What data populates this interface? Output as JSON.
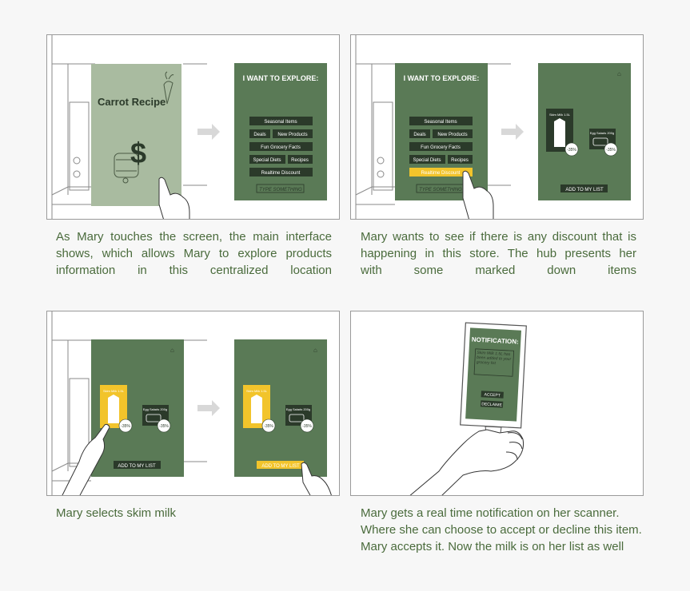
{
  "colors": {
    "green": "#5a7a56",
    "dark_btn": "#2b3a2a",
    "yellow": "#f2c42b",
    "caption": "#4a6b3c"
  },
  "panel1": {
    "poster_title": "Carrot Recipe",
    "screen_title": "I WANT TO EXPLORE:",
    "buttons": [
      "Seasonal Items",
      "Deals",
      "New Products",
      "Fun Grocery Facts",
      "Special Diets",
      "Recipes",
      "Realtime Discount"
    ],
    "input_placeholder": "TYPE SOMETHING",
    "caption_lines": [
      "As Mary touches the screen, the main interface",
      "shows, which allows Mary to explore products",
      "information in this centralized location"
    ]
  },
  "panel2": {
    "screen_title": "I WANT TO EXPLORE:",
    "buttons": [
      "Seasonal Items",
      "Deals",
      "New Products",
      "Fun Grocery Facts",
      "Special Diets",
      "Recipes",
      "Realtime Discount"
    ],
    "input_placeholder": "TYPE SOMETHING",
    "item1_name": "Skim Milk 1.5L",
    "item2_name": "Egg Salads 200g",
    "discount": "-35%",
    "add_button": "ADD TO MY LIST",
    "caption_lines": [
      "Mary wants to see if there is any discount that is",
      "happening in this store. The hub presents her",
      "with some marked down items"
    ]
  },
  "panel3": {
    "item1_name": "Skim Milk 1.5L",
    "item2_name": "Egg Salads 200g",
    "discount": "-35%",
    "add_button": "ADD TO MY LIST",
    "caption": "Mary selects skim milk"
  },
  "panel4": {
    "notif_title": "NOTIFICATION:",
    "notif_message": "Skim Milk 1.5L has been added to your grocery list",
    "accept": "ACCEPT",
    "decline": "DECLAIME",
    "caption": "Mary gets a real time notification on her scanner. Where she can choose to accept or decline this item. Mary accepts it. Now the milk is on her list as well"
  }
}
